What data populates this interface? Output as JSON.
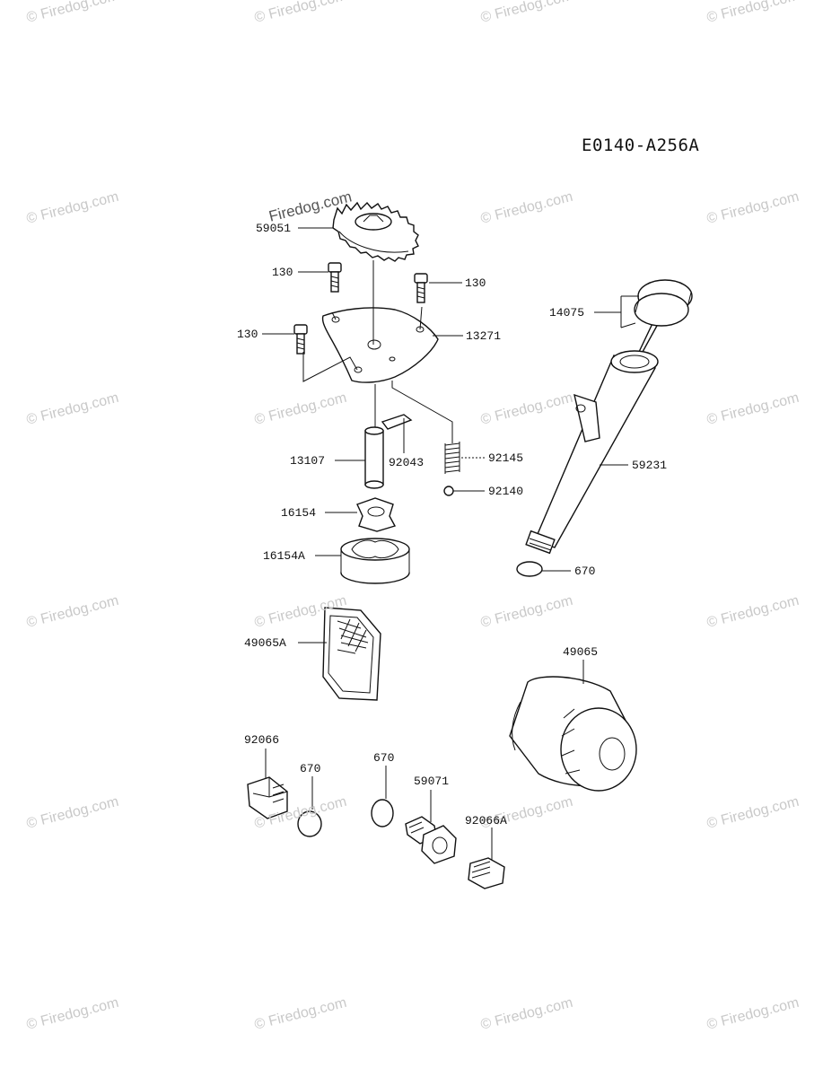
{
  "diagram_code": "E0140-A256A",
  "watermark": "© Firedog.com",
  "watermark_center": "Firedog.com",
  "parts": {
    "gear": "59051",
    "bolt_left_upper": "130",
    "bolt_right_upper": "130",
    "bolt_left_lower": "130",
    "pump_cover": "13271",
    "shaft": "13107",
    "pin": "92043",
    "spring": "92145",
    "ball": "92140",
    "inner_rotor": "16154",
    "outer_rotor": "16154A",
    "dipstick": "14075",
    "filler_tube": "59231",
    "o_ring_tube": "670",
    "strainer": "49065A",
    "oil_filter": "49065",
    "plug_left": "92066",
    "o_ring_left": "670",
    "o_ring_middle": "670",
    "fitting": "59071",
    "plug_right": "92066A"
  }
}
